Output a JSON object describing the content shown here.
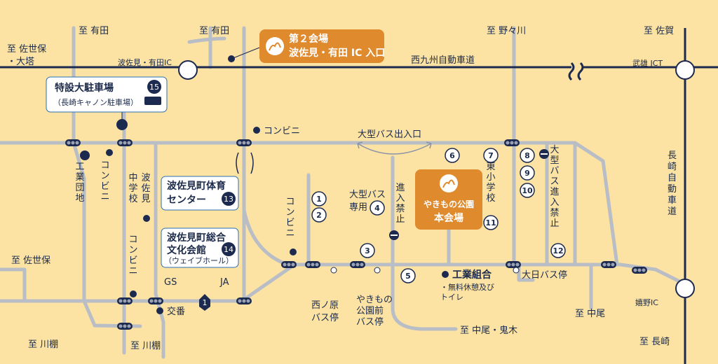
{
  "colors": {
    "background": "#FCE3A4",
    "road_major": "#1c2a50",
    "road_minor": "#b8bdc6",
    "badge_orange": "#E08A2E",
    "ink": "#1b2a4a"
  },
  "destinations": {
    "arita_1": "至 有田",
    "arita_2": "至 有田",
    "sasebo_ozuka": [
      "至 佐世保",
      "・大塔"
    ],
    "nonoka": "至 野々川",
    "saga": "至 佐賀",
    "sasebo": "至 佐世保",
    "kawatana_1": "至 川棚",
    "kawatana_2": "至 川棚",
    "nakao": "至 中尾",
    "nakao_oniki": "至 中尾・鬼木",
    "nagasaki": "至 長崎"
  },
  "roads": {
    "nishi_kyushu": "西九州自動車道",
    "nagasaki_expressway": "長崎自動車道"
  },
  "interchanges": {
    "hasami_arita_ic": "波佐見・有田IC",
    "takeo_jct": "武雄 JCT",
    "ureshino_ic": "嬉野IC"
  },
  "venues": {
    "second_venue": {
      "line1": "第２会場",
      "line2": "波佐見・有田 IC 入口"
    },
    "main_venue": {
      "line1": "やきもの公園",
      "line2": "本会場"
    }
  },
  "parking": {
    "special": {
      "title": "特設大駐車場",
      "sub": "（長崎キャノン駐車場）",
      "num": "15"
    },
    "gym": {
      "title": [
        "波佐見町体育",
        "センター"
      ],
      "num": "13"
    },
    "culture": {
      "title": [
        "波佐見町総合",
        "文化会館"
      ],
      "sub": "（ウェイブホール）",
      "num": "14"
    }
  },
  "spots": {
    "conv_top": "コンビニ",
    "conv_v1": "コンビニ",
    "conv_v2": "コンビニ",
    "conv_v3": "コンビニ",
    "industrial": "工業団地",
    "hasami_jhs": [
      "波佐見",
      "中学校"
    ],
    "higashi_es": "東小学校",
    "gs": "GS",
    "ja": "JA",
    "koban": "交番",
    "kogyo_kumiai": "工業組合",
    "kogyo_note": [
      "・無料休憩及び",
      "トイレ"
    ],
    "bus_gate": "大型バス出入口",
    "bus_parking": [
      "大型バス",
      "専用"
    ],
    "no_entry": "進入禁止",
    "bus_no_entry": "大型バス進入禁止",
    "nishinohara": [
      "西ノ原",
      "バス停"
    ],
    "yakimono_stop": [
      "やきもの",
      "公園前",
      "バス停"
    ],
    "ohi_stop": "大日バス停"
  },
  "numbers": [
    "1",
    "2",
    "3",
    "4",
    "5",
    "6",
    "7",
    "8",
    "9",
    "10",
    "11",
    "12"
  ]
}
